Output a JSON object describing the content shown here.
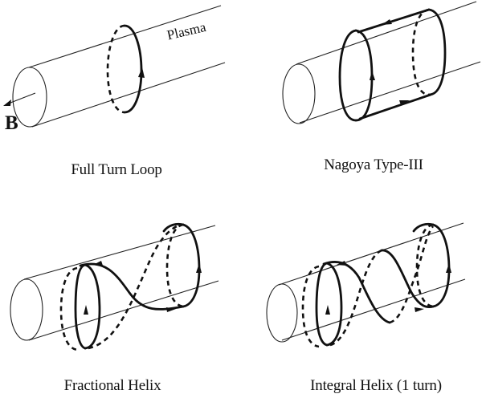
{
  "figure": {
    "panels": [
      {
        "caption": "Full Turn Loop"
      },
      {
        "caption": "Nagoya Type-III"
      },
      {
        "caption": "Fractional Helix"
      },
      {
        "caption": "Integral Helix (1 turn)"
      }
    ],
    "labels": {
      "plasma": "Plasma",
      "field": "B"
    }
  }
}
